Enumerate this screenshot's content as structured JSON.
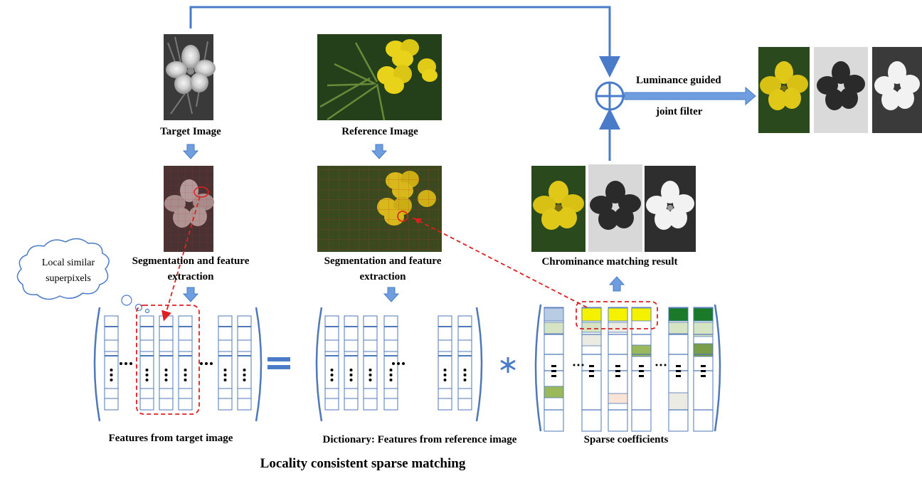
{
  "labels": {
    "target_image": "Target Image",
    "reference_image": "Reference Image",
    "seg_target_line1": "Segmentation and feature",
    "seg_target_line2": "extraction",
    "seg_ref_line1": "Segmentation and feature",
    "seg_ref_line2": "extraction",
    "chrominance_result": "Chrominance matching result",
    "luminance_line1": "Luminance guided",
    "luminance_line2": "joint filter",
    "features_target": "Features from target image",
    "dictionary": "Dictionary: Features from reference image",
    "sparse_coefficients": "Sparse coefficients",
    "main_title": "Locality consistent sparse matching",
    "bubble_line1": "Local similar",
    "bubble_line2": "superpixels"
  },
  "operators": {
    "sum": "⊕",
    "equals": "=",
    "multiply": "*"
  },
  "colors": {
    "arrow_blue": "#4a7bc8",
    "arrow_fill": "#6f9ee0",
    "bracket": "#4f78b8",
    "dashed_red": "#e02020",
    "flower_yellow": "#e8d21a",
    "leaf_green": "#2f5a1e",
    "coef_yellow": "#f5f200",
    "coef_green": "#1a7a2a",
    "coef_light_green": "#d7e4c4",
    "coef_mid_green": "#9ab85c",
    "coef_light_blue": "#b8cce4",
    "coef_cream": "#ecebe2",
    "coef_peach": "#fbe3d6"
  }
}
